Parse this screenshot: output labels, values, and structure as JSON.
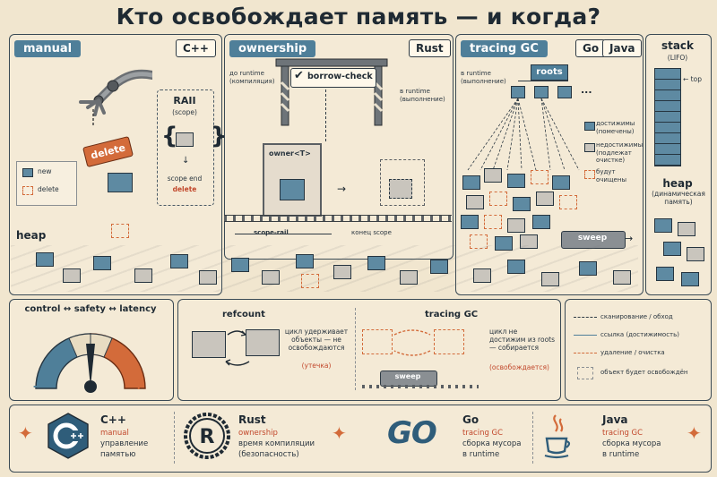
{
  "title": "Кто освобождает память — и когда?",
  "manual": {
    "tab": "manual",
    "lang": "C++",
    "delete_tag": "delete",
    "raii_title": "RAII",
    "raii_sub": "(scope)",
    "scope_end": "scope end",
    "scope_delete": "delete",
    "legend_new": "new",
    "legend_delete": "delete",
    "heap_label": "heap"
  },
  "ownership": {
    "tab": "ownership",
    "lang": "Rust",
    "compile_time": "до runtime (компиляция)",
    "borrow_check": "borrow-check",
    "runtime": "в runtime (выполнение)",
    "owner": "owner<T>",
    "scope_rail": "scope-rail",
    "scope_end": "конец scope"
  },
  "tracing": {
    "tab": "tracing GC",
    "lang_go": "Go",
    "lang_java": "Java",
    "runtime": "в runtime (выполнение)",
    "roots": "roots",
    "ellipsis": "...",
    "legend_reachable": "достижимы (помечены)",
    "legend_unreachable": "недостижимы (подлежат очистке)",
    "legend_cleared": "будут очищены",
    "sweep": "sweep"
  },
  "stack": {
    "title": "stack",
    "sub": "(LIFO)",
    "top": "top",
    "heap_title": "heap",
    "heap_sub": "(динамическая память)"
  },
  "gauge": {
    "title": "control ↔ safety ↔ latency",
    "minus": "−",
    "plus": "+"
  },
  "cycles": {
    "refcount_title": "refcount",
    "refcount_text": "цикл удерживает объекты — не освобождаются",
    "refcount_leak": "(утечка)",
    "tracing_title": "tracing GC",
    "tracing_text": "цикл не достижим из roots — собирается",
    "tracing_freed": "(освобождается)",
    "sweep": "sweep"
  },
  "legend": {
    "scan": "сканирование / обход",
    "ref": "ссылка (достижимость)",
    "delete": "удаление / очистка",
    "freed": "объект будет освобождён"
  },
  "footer": {
    "cpp": {
      "name": "C++",
      "model": "manual",
      "d1": "управление",
      "d2": "памятью"
    },
    "rust": {
      "name": "Rust",
      "model": "ownership",
      "d1": "время компиляции",
      "d2": "(безопасность)"
    },
    "go": {
      "name": "Go",
      "model": "tracing GC",
      "d1": "сборка мусора",
      "d2": "в runtime",
      "logo": "GO"
    },
    "java": {
      "name": "Java",
      "model": "tracing GC",
      "d1": "сборка мусора",
      "d2": "в runtime"
    }
  },
  "colors": {
    "accent_blue": "#4f7f99",
    "cube_blue": "#5e8aa2",
    "orange": "#d36b3a",
    "red": "#c2482c"
  }
}
